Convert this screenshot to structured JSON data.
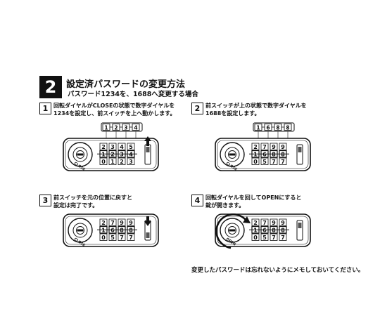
{
  "header": {
    "number": "2",
    "title": "設定済パスワードの変更方法",
    "subtitle": "パスワード1234を、1688へ変更する場合"
  },
  "steps": [
    {
      "number": "1",
      "line1": "回転ダイヤルがCLOSEの状態で数字ダイヤルを",
      "line2": "1234を設定し、前スイッチを上へ動かします。",
      "code": [
        "1",
        "2",
        "3",
        "4"
      ],
      "rows": [
        [
          "2",
          "3",
          "4",
          "5"
        ],
        [
          "1",
          "2",
          "3",
          "4"
        ],
        [
          "0",
          "1",
          "2",
          "3"
        ]
      ],
      "switch": "up",
      "dial_label": "CLOSE"
    },
    {
      "number": "2",
      "line1": "前スイッチが上の状態で数字ダイヤルを",
      "line2": "1688を設定します。",
      "code": [
        "1",
        "6",
        "8",
        "8"
      ],
      "rows": [
        [
          "2",
          "7",
          "9",
          "9"
        ],
        [
          "1",
          "6",
          "8",
          "8"
        ],
        [
          "0",
          "5",
          "7",
          "7"
        ]
      ],
      "switch": "up",
      "dial_label": "CLOSE"
    },
    {
      "number": "3",
      "line1": "前スイッチを元の位置に戻すと",
      "line2": "設定は完了です。",
      "rows": [
        [
          "2",
          "7",
          "9",
          "9"
        ],
        [
          "1",
          "6",
          "8",
          "8"
        ],
        [
          "0",
          "5",
          "7",
          "7"
        ]
      ],
      "switch": "down",
      "dial_label": "CLOSE"
    },
    {
      "number": "4",
      "line1": "回転ダイヤルを回してOPENにすると",
      "line2": "錠が開きます。",
      "rows": [
        [
          "2",
          "7",
          "9",
          "9"
        ],
        [
          "1",
          "6",
          "8",
          "8"
        ],
        [
          "0",
          "5",
          "7",
          "7"
        ]
      ],
      "switch": "none",
      "dial_label": "OPEN"
    }
  ],
  "note": "変更したパスワードは忘れないようにメモしておいてください。"
}
